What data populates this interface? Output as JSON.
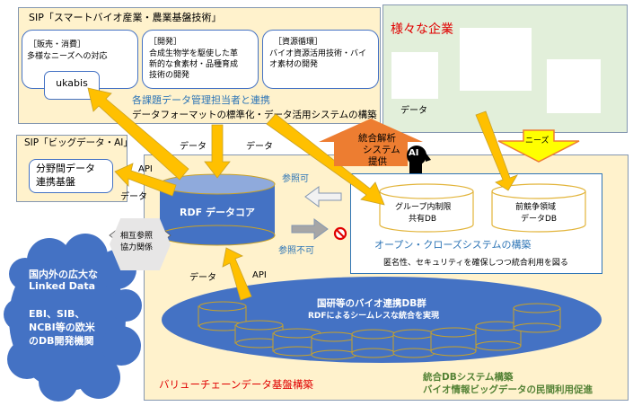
{
  "sip_smart": {
    "title": "SIP「スマートバイオ産業・農業基盤技術」",
    "boxes": [
      {
        "heading": "［販売・消費］",
        "line1": "多様なニーズへの対応"
      },
      {
        "heading": "［開発］",
        "line1": "合成生物学を駆使した革",
        "line2": "新的な食素材・品種育成",
        "line3": "技術の開発"
      },
      {
        "heading": "［資源循環］",
        "line1": "バイオ資源活用技術・バイ",
        "line2": "オ素材の開発"
      }
    ],
    "ukabis": "ukabis",
    "link_text": "各課題データ管理担当者と連携",
    "standardization": "データフォーマットの標準化・データ活用システムの構築"
  },
  "companies": {
    "title": "様々な企業",
    "data_label": "データ"
  },
  "sip_bigdata": {
    "title": "SIP「ビッグデータ・AI」",
    "box_line1": "分野間データ",
    "box_line2": "連携基盤"
  },
  "labels": {
    "data1": "データ",
    "data2": "データ",
    "api_top": "API",
    "data_left": "データ",
    "data_bottom": "データ",
    "api_bottom": "API",
    "mutual_line1": "相互参照",
    "mutual_line2": "協力関係",
    "ref_ok": "参照可",
    "ref_ng": "参照不可",
    "needs": "ニーズ",
    "analysis_line1": "統合解析",
    "analysis_line2": "システム",
    "analysis_line3": "提供",
    "ai": "AI"
  },
  "rdf_core": "RDF データコア",
  "open_close": {
    "db1_line1": "グループ内制限",
    "db1_line2": "共有DB",
    "db2_line1": "前競争領域",
    "db2_line2": "データDB",
    "title": "オープン・クローズシステムの構築",
    "subtitle": "匿名性、セキュリティを確保しつつ統合利用を図る"
  },
  "cloud": {
    "line1": "国内外の広大な",
    "line2": "Linked Data",
    "line3": "EBI、SIB、",
    "line4": "NCBI等の欧米",
    "line5": "のDB開発機関"
  },
  "db_group": {
    "line1": "国研等のバイオ連携DB群",
    "line2": "RDFによるシームレスな統合を実現"
  },
  "value_chain": "バリューチェーンデータ基盤構築",
  "integrated": {
    "line1": "統合DBシステム構築",
    "line2": "バイオ情報ビッグデータの民間利用促進"
  },
  "colors": {
    "beige": "#fff2cc",
    "green_bg": "#e2efda",
    "blue": "#4472c4",
    "arrow_yellow": "#ffc000",
    "orange": "#ed7d31",
    "needs_yellow": "#ffff00"
  }
}
